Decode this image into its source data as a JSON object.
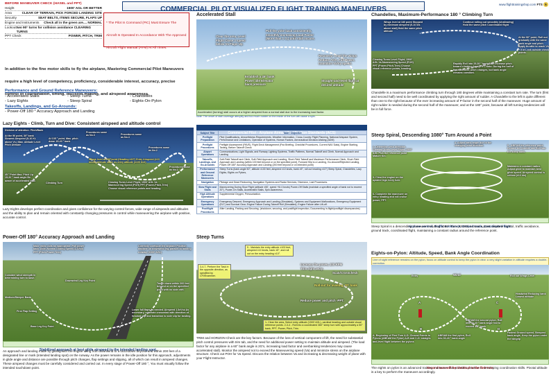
{
  "header": {
    "title": "COMMERCIAL PILOT VISUALIZED FLIGHT TRAINING MANEUVERS",
    "website": "www.flighttrainingshop.com",
    "page_code": "FTS",
    "page_num": "5"
  },
  "checklist": {
    "title": "BEFORE MANEUVER CHECK (HASEL and PPT)",
    "rows": [
      {
        "k": "Height",
        "v": "1500' AGL OR BETTER"
      },
      {
        "k": "Area",
        "v": "CLEAR OF TERRAIN, PICK FORCED LANDING SITE"
      },
      {
        "k": "Security",
        "v": "SEAT BELTS, ITEMS SECURE, FLAPS UP"
      },
      {
        "k": "Engine and Instruments",
        "v": "Check all in the green are.... NORMAL"
      },
      {
        "k": "Lookout",
        "v": "two 90° turns for collision avoidance CLEARING TURNS"
      },
      {
        "k": "PPT Check",
        "v": "POWER, PITCH, TRIM"
      }
    ]
  },
  "warning": "* The Pilot In Command (PIC) Must Ensure The Aircraft Is Operated In Accordance With The Approved Aircraft Flight Manual (AFM) At All Times.",
  "intro": "In addition to the fine motor skills to fly the airplane, Mastering Commercial Pilot Maneuvers require a high level of competency, proficiency, considerable interest, accuracy, precise control of coordination, timing, decision making, and airspeed awareness.",
  "maneuver_list": {
    "perf_title": "Performance and Ground Reference Maneuvers:",
    "perf_items": [
      "- Accelerated Stalls",
      "- Steep Turns",
      "- Chandelles",
      "- Lazy Eights",
      "- Steep Spiral",
      "- Eights-On-Pylon"
    ],
    "tol_title": "Takeoffs, Landings, and Go-Arounds:",
    "tol_items": [
      "- Power-Off 180 ° Accuracy Approach and Landing"
    ]
  },
  "lazy_eights": {
    "title": "Lazy Eights - Climb, Turn and Dive: Consistent airspeed and altitude control",
    "division": "Division of attention: Pitch/Bank",
    "labels": [
      "At the 90 point, 30° bank Slowest Airspeed (5-10 Kt. above Vs.) Max. Altitude Level Pitch Attitude",
      "At 135 ° point, Max. pitch down 15-20 ° bank",
      "Procedures same as No.3",
      "Procedures same as No.4",
      "Procedures same as No.2",
      "Procedures same as No.1",
      "Wings level at 180°point (Heading ±10°) Entry Airspeed (±10 knots) Altitude same as entry altitude (±100 feet)",
      "45 ° Point Max. Pitch Up 15-20 ° bank angle Be aware of accelerated stall.",
      "Climbing Turn",
      "Clearing Turns Level Flight, 1500' AGL Va Maneuvering Speed (POH) PPT (Power-Pitch-Trim) Choose visual reference points and heading."
    ],
    "desc": "Lazy Eights develops perfect coordination and gives confidence for the varying control forces, wide range of airspeeds and altitudes and the ability to plan and remain oriented with constantly changing pressures in control while maneuvering the airplane with positive, accurate control."
  },
  "power_off": {
    "title": "Power-Off 180° Accuracy Approach and Landing",
    "labels": [
      "Make radio calls as appropriate. Pull power back. (Idle) Normal Gliding Speed (1.4Vs0) PPT (Pitch-Power-Trim)",
      "Correctly configure the airplane Position airplane on downwind leg, parallel to landing runway. (1000' AGL)",
      "Consider wind strength in determining turn to base.",
      "Downwind Leg Key Point",
      "Medium/Steeper Bank",
      "First Flap Setting",
      "Base Leg Key Point",
      "Touch down within 200 feet beyond or on the specified point with no side drift.",
      "Lower full flaps as needed. Airspeed 1.3xVso As necessary, correlate crosswind with direction of forward slip and transition to side slip for landing."
    ],
    "caption": "Stabilized approach at best glide airspeed to the intended landing spot.",
    "desc": "An approach and landing made by gliding with the engine idling from downwind to a touchdown beyond and within 200 feet of a designated line or mark (intended landing spot) on the runway. As the power remains in the idle position for this approach, adjustments in glide angle and distance are possible through pitch changes, flap settings and slipping, all of which can result in airspeed changes. These airspeed changes must be carefully considered and carried out. In every stage of Power-Off 180 °, You must visually follow the intended touchdown point."
  },
  "accel_stall": {
    "title": "Accelerated Stall",
    "labels": [
      "Clear the area, Level Flight Close 3 speed below Va Flaps Up.",
      "Pull the yoke back consistently, smoothly increasing Load Factor (More than 1 G.) until stall occurs.",
      "Recovery: Level the wings Reduce AOA, Full Power, transition Vx/Vy speed.",
      "Establish a 45° bank Power idle Elevator back pressure",
      "Straight-and-level flight at desired altitude"
    ],
    "caption": "Accelerated (turning) stall occurs at a higher airspeed than a normal stall due to the increasing load factor.",
    "note": "Note: The onset of stall coverage abruptly and too much rudder on the inside of the turn will cause a spin."
  },
  "acs": {
    "title": "Commercial Pilot - Airplane Airman Certification Standards (ACS)",
    "col1": "Subject Title",
    "col2": "Task / Objective",
    "rows": [
      {
        "s": "Preflight Preparation",
        "t": "Pilot Qualifications, Airworthiness Requirements, Weather Information, Cross-Country Flight Planning, National Airspace System, Performance and Limitations, Operation of Systems, Human Factors, Aeronautical Decision-Making (ADM)"
      },
      {
        "s": "Preflight Procedures",
        "t": "Preflight Assessment (PAVE), Flight Deck Management (Pax Briefing, Checklist Procedures, Current NAV Data), Engine Starting, Taxiing, Before Takeoff Check"
      },
      {
        "s": "Airport Operations",
        "t": "Communications, Light Signals, and Runway Lighting Systems, Traffic Patterns, Normal Takeoff and Climb, Normal Approach and Landing"
      },
      {
        "s": "Takeoffs, Landings, and Go-Arounds",
        "t": "Soft-Field Takeoff and Climb, Soft-Field Approach and Landing, Short-Field Takeoff and Maximum Performance Climb, Short-Field Approach and Landing (within 100 feet beyond or on the specified point), Forward Slip to a Landing, Go-Around/Rejected Landing, Power-Off 180° Accuracy Approach and Landing (200 feet beyond or on intended point)"
      },
      {
        "s": "Performance and Ground Reference Maneuvers",
        "t": "Steep Turns (bank angle 50°, altitude ±100 feet, airspeed ±10 knots, bank ±5°, roll out heading ±10°) Steep Spiral, Chandelles, Lazy Eights, Eights on Pylons,"
      },
      {
        "s": "Navigation",
        "t": "Pilotage and Dead Reckoning, Navigation Systems and Radar Services, Diversion, Lost Procedures."
      },
      {
        "s": "Slow Flight and Stalls",
        "t": "Maneuvering During Slow Flight (altitude ±50', speed +5/-0 knots) Power-Off Stalls (maintain a specified angle of bank not to exceed 20°), Power-On Stalls, Accelerated Stalls, Spin Awareness."
      },
      {
        "s": "High Altitude Operations",
        "t": "Supplemental Oxygen, Pressurization."
      },
      {
        "s": "Emergency Operations",
        "t": "Emergency Descent, Emergency Approach and Landing (Simulated), Systems and Equipment Malfunctions, Emergency Equipment (ELT) and Survival Gear, Engine Failure During Takeoff Roll (Simulated), Engine Failure after Lift-off."
      },
      {
        "s": "Postflight Procedures",
        "t": "After Landing, Parking and Securing. (shutdown, securing, and postflight inspection, Documenting in-flight/postflight discrepancies)"
      }
    ]
  },
  "steep_turns": {
    "title": "Steep Turns",
    "labels": [
      "5 - Maintain the entry altitude ±100 feet, airspeed ±10 knots, bank ±5°, and roll out on the entry heading ±10°.",
      "3-4-7- Perform the Task in the opposite direction, as specified by CFI/Examiner.",
      "Increase the power, 100 RPM Trim right away.",
      "Scan/Crosscheck",
      "Roll-out for leveling, 20° bank",
      "Reduce power and pitch -PPT.",
      "1- Clear the area, Select entry altitude (1500' AGL), cardinal heading and outside visual reference points. 2-3-4 - Roll into a coordinated 360° steep turn with approximately a 50° bank, PPT- Power, Pitch, Trim."
    ],
    "desc": "TRIM and HORIZON Check are the key factors. Because of the loss of vertical component of lift, the need for substantial pitch control pressures with trim tab, and the need for additional power setting to maintain altitude and airspeed. (The load factor for any airplane in a 60° bank angle is 2G's, increasing load factor and overbanking tendencies may cause accelerated stall). Monitor the airspeed not to exceed the Maneuvering speed (Va) and minimize stress on the airplane structure. Check out POH for Va Speed. Discuss the relation between Va and increasing & decreasing weight of plane with your Flight Instructor."
  },
  "chandelles": {
    "title": "Chandelles, Maximum-Performance 180 ° Climbing Turn",
    "labels": [
      "Wings level at 180 point Stopped by minimum airspeed (5-10 kts above stall) Hold the same pitch attitude",
      "Continue rolling out smoothly (shallowing) Hold the same pitch Coordinated flight",
      "At the 90° point, Roll out gradually with the same bank angle and pitch. Apply throttle to reach Vs + 5 kt Look outside check points.",
      "Rapidly Roll into 25-30 ° bank Start increase pitch toward climbing Apply PPT Note: During the half of the maneuver, pitch changes, but bank angle remains constant.",
      "Clearing Turns Level Flight, 1500' AGL Va Maneuvering Speed (POH) PPT (Power-Pitch-Trim) Choose visual reference points, heading."
    ],
    "desc": "Chandelle is a maximum performance climbing turn through 180 degrees while maintaining a constant turn rate. The turn (first and second half) need to be well coordinated by applying the right amount of rudder. A Chandelle to the left is quite different than one to the right because of the ever increasing amount of P-factor in the second half of the maneuver. Huge amount of right rudder is needed during the second half of the maneuver, and at the 180° point, because all left turning tendencies will be in full force."
  },
  "steep_spiral": {
    "title": "Steep Spiral, Descending 1080° Turn Around a Point",
    "labels": [
      "1- Determine wind direction. Clearing Turns Level Flight, 1500' AGL Pick the reference point Mature Kin.",
      "5 - ABEAM the reference point Reduce the throttle idle Roll into the steep bank.",
      "4- Adjust bank angle due to the changing wind direction.",
      "Maintains a constant radius Adjust glide to maintain best glide speed. Airspeed control is critical (±10 kts)",
      "3- Clear the engine on the upwind legs every turn.",
      "6- Complete the maneuver on entry heading and roll cruise power, PPT."
    ],
    "caption": "Airplane control, Traffic avoidance, Ground track, Coordinated flight.",
    "desc": "Steep Spiral is a descending maneuver including 1080° Turn (3X360) around a point, airplane control, traffic avoidance, ground track, coordinated flight, maintaining a constant radius around the reference point."
  },
  "eights_pylon": {
    "title": "Eights-on-Pylon: Altitude, Speed, Bank Angle Coordination",
    "subtitle": "Line of sight reference remains on the pylon, focus on altitude control to keep the pylon in view: a very slight variation in altitude requires a double-correction.",
    "labels": [
      "Wind",
      "Entry",
      "Roll out Wings Level",
      "Headwind Reducing bank Lowest altitude",
      "ABEAM the second pylon, Roll into 30-40 ° bank angle Not to exceed 45 ° bank.",
      "ABEAM the first pylon, Roll into 30-40 ° bank angle",
      "Fastest Ground speed, Steepest bank angle, Keep the pylon under the wingtip",
      "A- Beginning of First Turn A-D: Closest Points to Pylons (ABEAM the Pylon) A-B and C-D: straight-and-level flight between the pylons",
      "B",
      "C",
      "D",
      "A"
    ],
    "caption": "Second turn will be identical to the first turn",
    "desc": "The eights on pylon is an advanced training maneuver that provides practice in developing coordination skills. Pivotal altitude is a key to perform the maneuver accordingly."
  },
  "colors": {
    "navy": "#173f7a",
    "red": "#c0171d",
    "accent_green": "#6fa83a",
    "highlight_yellow": "#fff06a"
  }
}
